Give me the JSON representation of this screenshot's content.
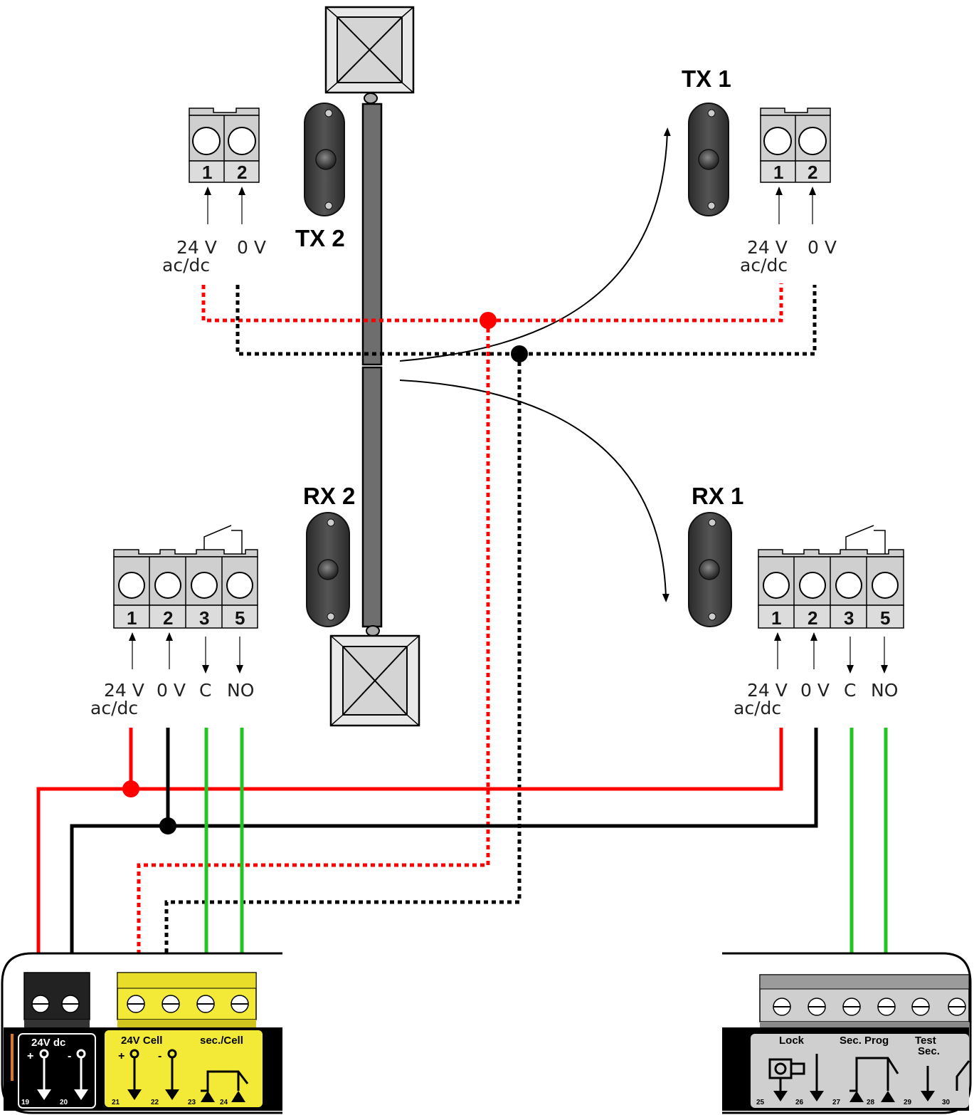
{
  "devices": {
    "tx1": "TX 1",
    "tx2": "TX 2",
    "rx1": "RX 1",
    "rx2": "RX 2"
  },
  "tx_terminal": {
    "numbers": [
      "1",
      "2"
    ],
    "label_24v": "24 V",
    "label_acdc": "ac/dc",
    "label_0v": "0 V"
  },
  "rx_terminal": {
    "numbers": [
      "1",
      "2",
      "3",
      "5"
    ],
    "label_24v": "24 V",
    "label_acdc": "ac/dc",
    "label_0v": "0 V",
    "label_c": "C",
    "label_no": "NO"
  },
  "control_board_left": {
    "block_24vdc": {
      "title": "24V dc",
      "plus": "+",
      "minus": "-",
      "terminals": [
        "19",
        "20"
      ]
    },
    "block_cell": {
      "title": "24V Cell",
      "plus": "+",
      "minus": "-",
      "terminals": [
        "21",
        "22"
      ]
    },
    "block_sec": {
      "title": "sec./Cell",
      "terminals": [
        "23",
        "24"
      ]
    }
  },
  "control_board_right": {
    "lock": {
      "title": "Lock",
      "terminals": [
        "25",
        "26"
      ]
    },
    "secprog": {
      "title": "Sec. Prog",
      "terminals": [
        "27",
        "28",
        "29"
      ]
    },
    "test": {
      "title": "Test",
      "subtitle": "Sec.",
      "terminals": [
        "30"
      ]
    }
  },
  "colors": {
    "positive_wire": "#ff0000",
    "negative_wire": "#000000",
    "contact_wire": "#22c422",
    "cell_block": "#f2ea36",
    "terminal_grey": "#cfcfcf",
    "sensor_body": "#3c3c3c"
  }
}
